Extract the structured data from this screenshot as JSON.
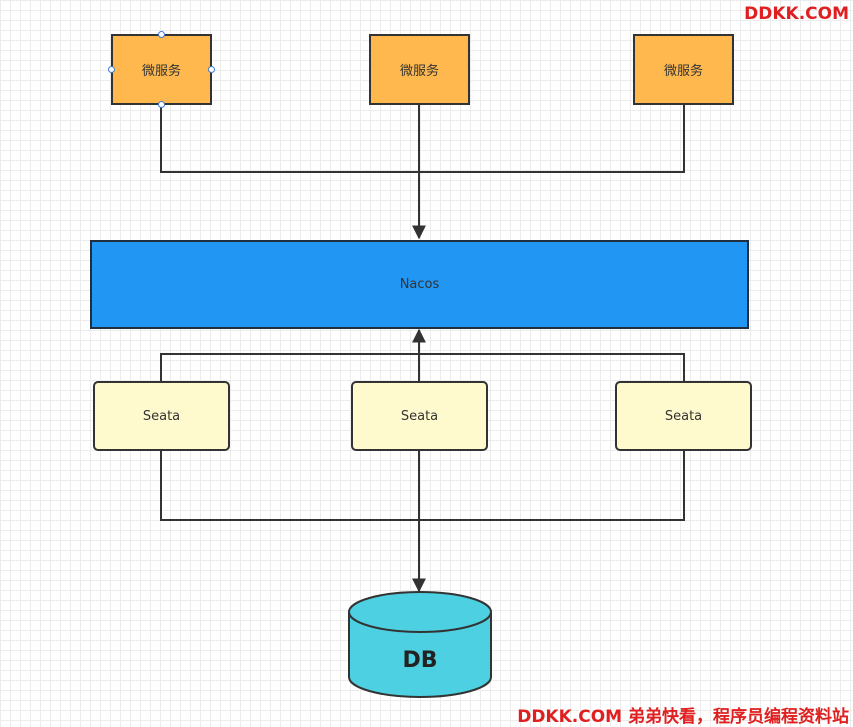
{
  "microservices": [
    {
      "label": "微服务"
    },
    {
      "label": "微服务"
    },
    {
      "label": "微服务"
    }
  ],
  "registry": {
    "label": "Nacos"
  },
  "seata_nodes": [
    {
      "label": "Seata"
    },
    {
      "label": "Seata"
    },
    {
      "label": "Seata"
    }
  ],
  "database": {
    "label": "DB"
  },
  "watermark": {
    "top": "DDKK.COM",
    "bottom": "DDKK.COM 弟弟快看，程序员编程资料站"
  },
  "colors": {
    "microservice_fill": "#FFB84D",
    "registry_fill": "#2196F3",
    "seata_fill": "#FFFACD",
    "db_fill": "#4DD0E1",
    "watermark": "#E02020"
  }
}
